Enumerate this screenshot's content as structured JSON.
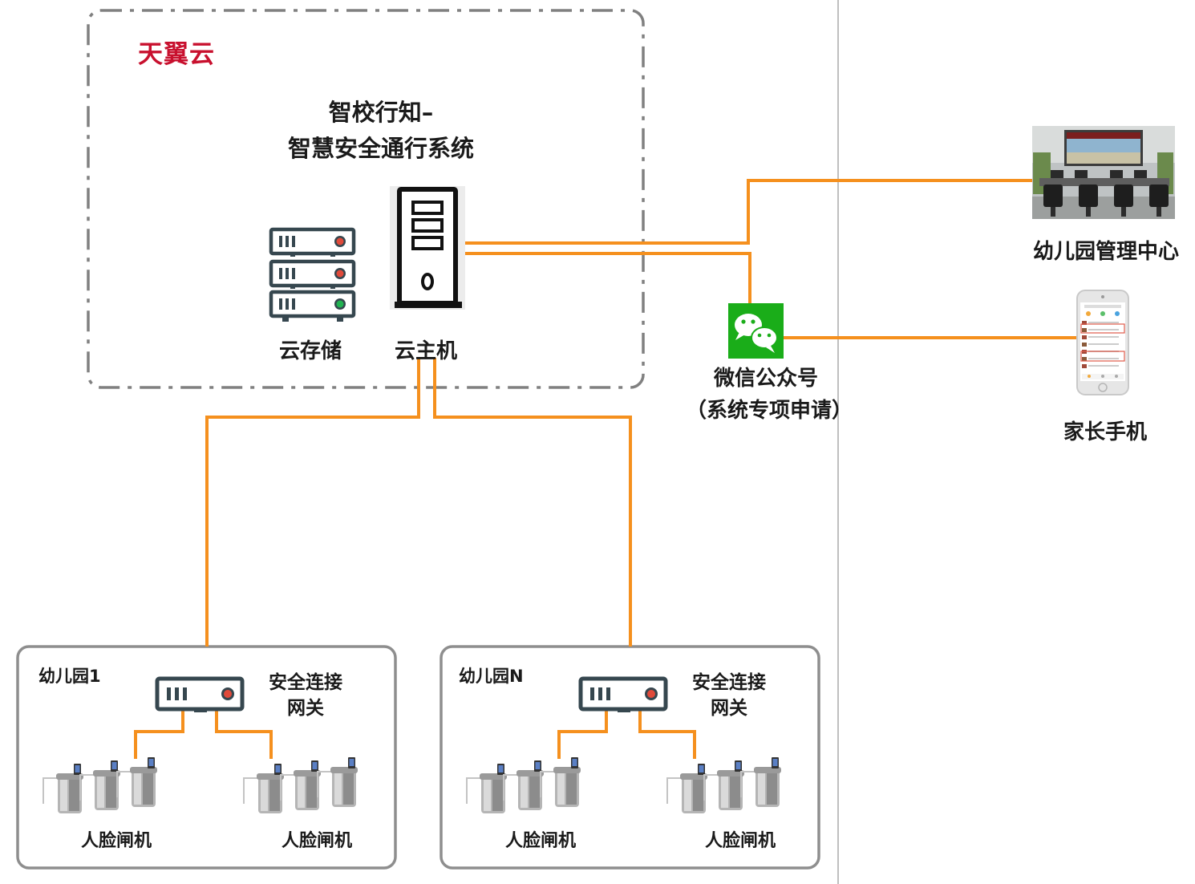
{
  "colors": {
    "link": "#f5901e",
    "brand": "#c8102e",
    "frame": "#808080",
    "wechat": "#1aad19",
    "separator": "#aaaaaa"
  },
  "cloud": {
    "brand": "天翼云",
    "system_title_line1": "智校行知–",
    "system_title_line2": "智慧安全通行系统",
    "storage_label": "云存储",
    "host_label": "云主机"
  },
  "wechat": {
    "icon": "wechat-icon",
    "label_line1": "微信公众号",
    "label_line2": "（系统专项申请）"
  },
  "management": {
    "label": "幼儿园管理中心",
    "image": "control-room-photo"
  },
  "parent_phone": {
    "label": "家长手机",
    "image": "smartphone-photo"
  },
  "sites": [
    {
      "name": "幼儿园1",
      "gateway_line1": "安全连接",
      "gateway_line2": "网关",
      "gate_label_left": "人脸闸机",
      "gate_label_right": "人脸闸机"
    },
    {
      "name": "幼儿园N",
      "gateway_line1": "安全连接",
      "gateway_line2": "网关",
      "gate_label_left": "人脸闸机",
      "gate_label_right": "人脸闸机"
    }
  ]
}
